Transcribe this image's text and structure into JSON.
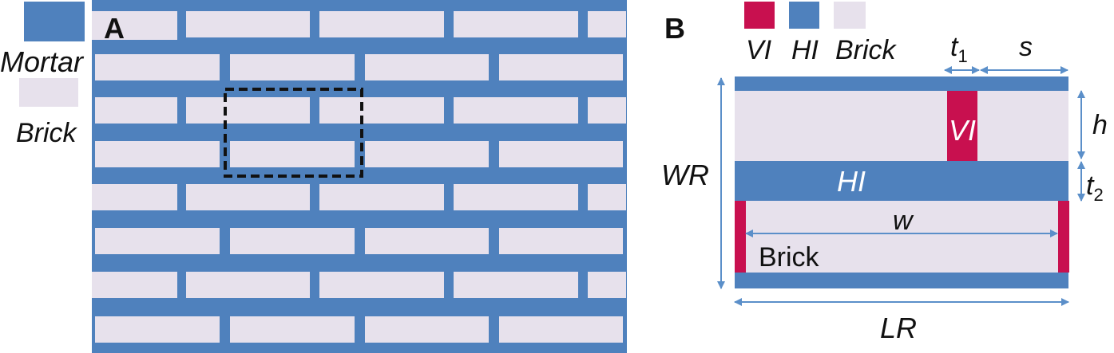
{
  "colors": {
    "mortar": "#4f81bd",
    "brick": "#e7e1ec",
    "vertical_interface": "#c8104f",
    "dim_line": "#5b8fc9",
    "dash": "#111111",
    "background": "#ffffff"
  },
  "panel_a": {
    "label": "A",
    "legend": {
      "mortar_label": "Mortar",
      "brick_label": "Brick"
    }
  },
  "panel_b": {
    "label": "B",
    "legend": {
      "vi_label": "VI",
      "hi_label": "HI",
      "brick_label": "Brick"
    },
    "region_labels": {
      "vi": "VI",
      "hi": "HI",
      "brick": "Brick"
    },
    "dimensions": {
      "t1_base": "t",
      "t1_sub": "1",
      "s": "s",
      "h": "h",
      "t2_base": "t",
      "t2_sub": "2",
      "w": "w",
      "wr": "WR",
      "lr": "LR"
    }
  }
}
